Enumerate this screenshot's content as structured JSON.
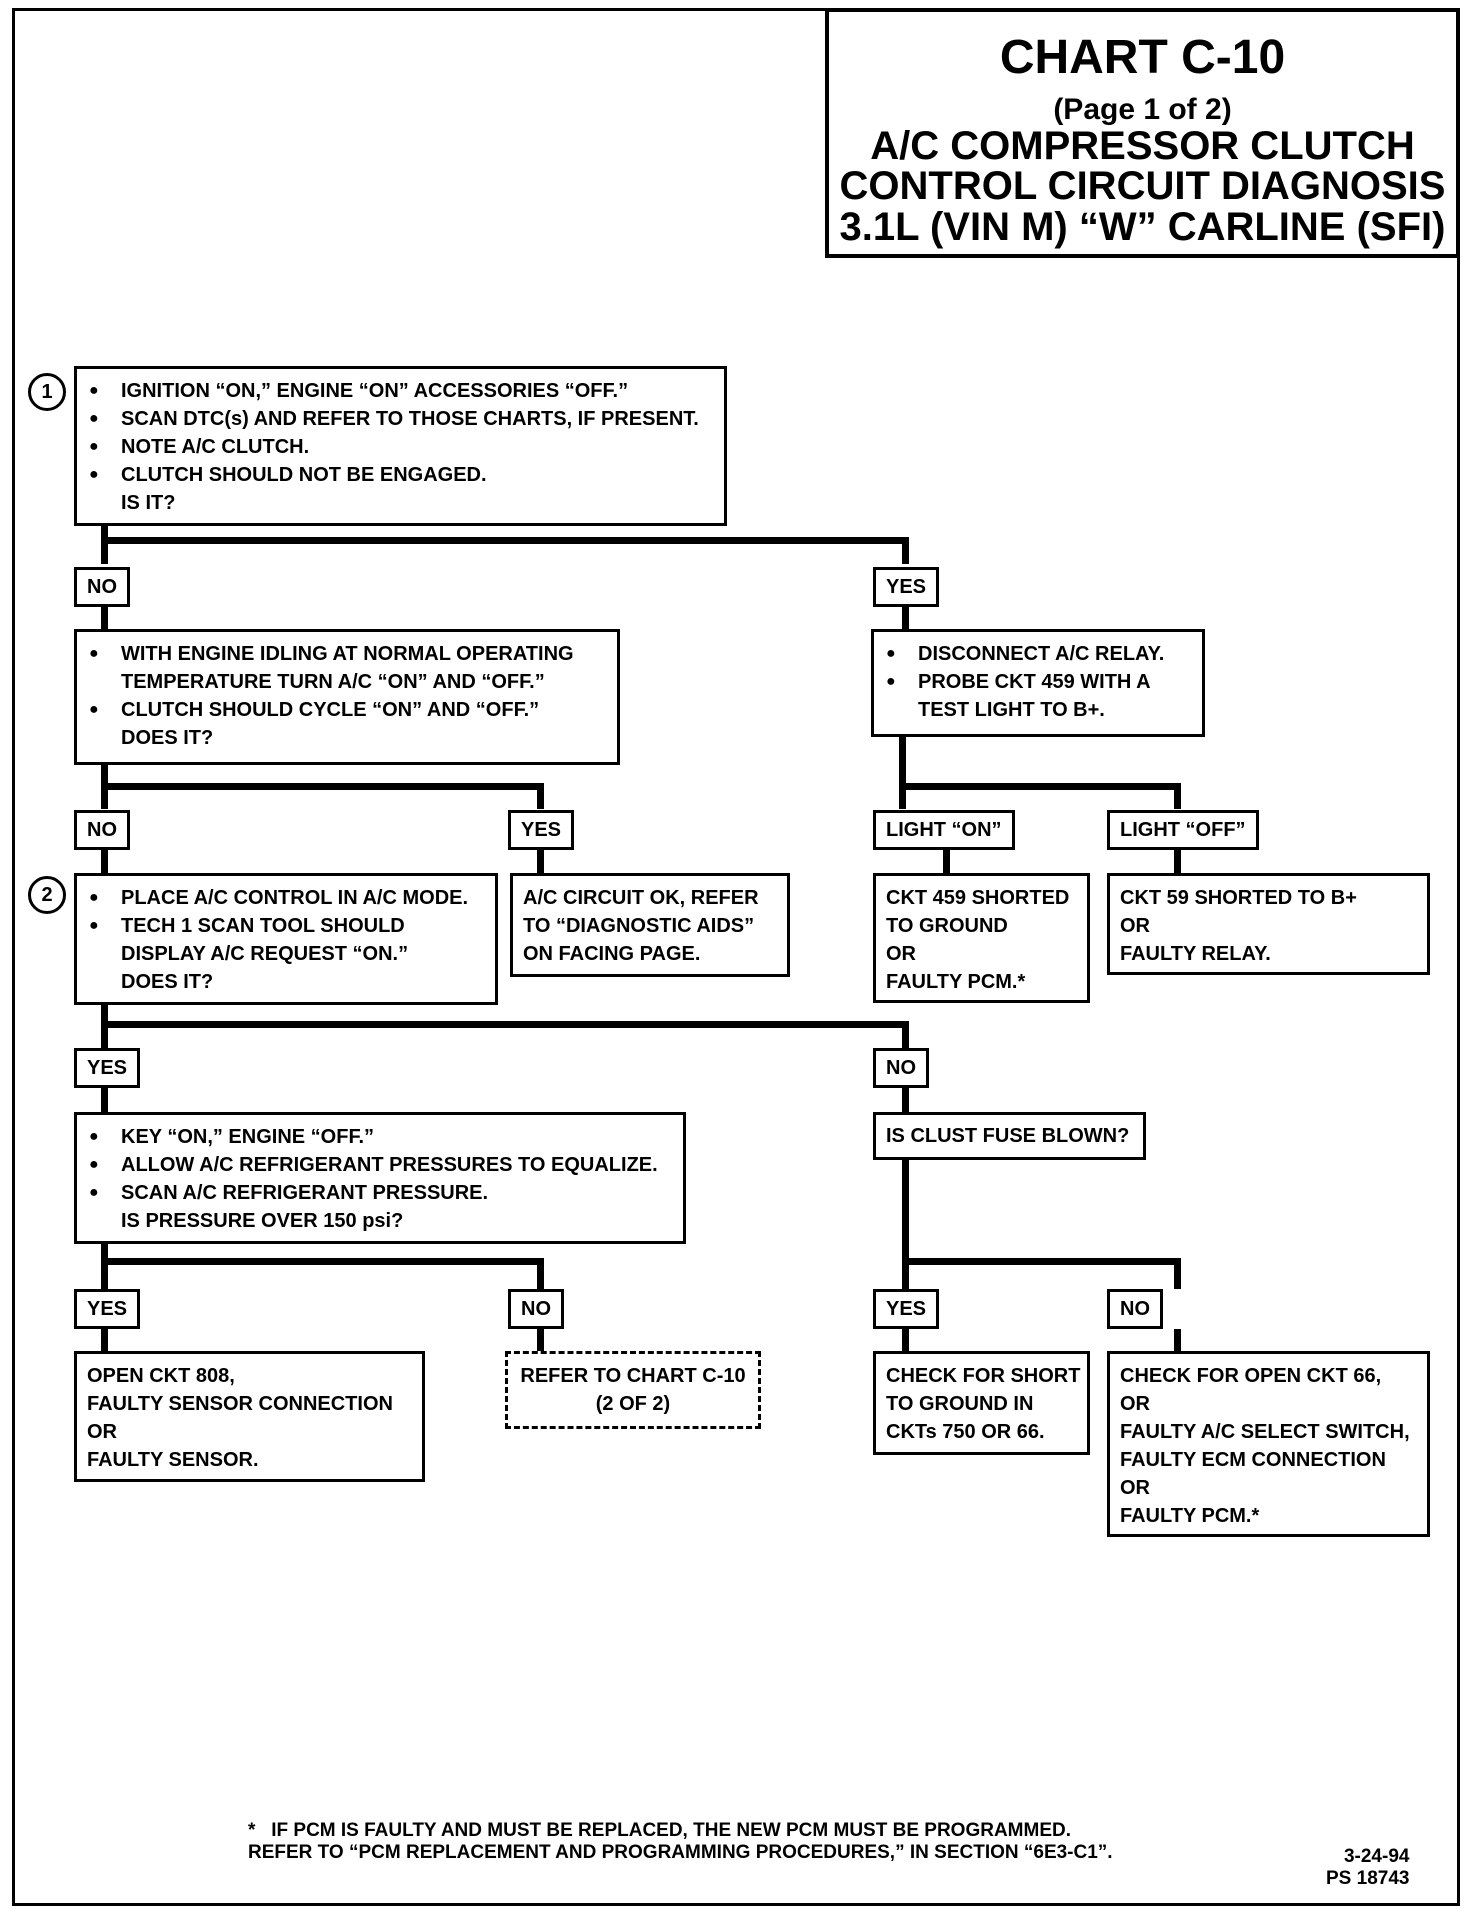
{
  "title": {
    "line1": "CHART C-10",
    "line2": "(Page 1 of 2)",
    "line3": "A/C COMPRESSOR CLUTCH",
    "line4": "CONTROL CIRCUIT DIAGNOSIS",
    "line5": "3.1L  (VIN M)  “W”  CARLINE  (SFI)"
  },
  "steps": {
    "s1": "1",
    "s2": "2"
  },
  "boxes": {
    "b1": {
      "items": [
        "IGNITION “ON,” ENGINE “ON” ACCESSORIES “OFF.”",
        "SCAN DTC(s) AND REFER TO THOSE CHARTS, IF PRESENT.",
        "NOTE A/C CLUTCH.",
        "CLUTCH SHOULD NOT BE ENGAGED."
      ],
      "question": "IS IT?"
    },
    "b2": {
      "items": [
        "WITH ENGINE IDLING AT NORMAL OPERATING\nTEMPERATURE TURN A/C “ON” AND “OFF.”",
        "CLUTCH SHOULD CYCLE “ON” AND “OFF.”"
      ],
      "question": "DOES IT?"
    },
    "b3": {
      "items": [
        "DISCONNECT A/C RELAY.",
        "PROBE CKT 459 WITH A\nTEST LIGHT TO B+."
      ]
    },
    "b4": {
      "items": [
        "PLACE A/C CONTROL IN A/C MODE.",
        "TECH 1 SCAN TOOL SHOULD\nDISPLAY A/C REQUEST “ON.”"
      ],
      "question": "DOES IT?"
    },
    "b5": {
      "text": "A/C CIRCUIT OK, REFER\nTO “DIAGNOSTIC AIDS”\nON FACING PAGE."
    },
    "b6": {
      "text": "CKT 459 SHORTED\nTO GROUND\nOR\nFAULTY PCM.*"
    },
    "b7": {
      "text": "CKT 59 SHORTED TO B+\nOR\nFAULTY RELAY."
    },
    "b8": {
      "items": [
        "KEY “ON,” ENGINE “OFF.”",
        "ALLOW A/C REFRIGERANT PRESSURES TO EQUALIZE.",
        "SCAN A/C REFRIGERANT PRESSURE."
      ],
      "question": "IS PRESSURE OVER 150 psi?"
    },
    "b9": {
      "text": "IS CLUST FUSE BLOWN?"
    },
    "b10": {
      "text": "OPEN CKT 808,\nFAULTY SENSOR CONNECTION\nOR\nFAULTY SENSOR."
    },
    "b11": {
      "text": "REFER TO CHART C-10\n(2 OF 2)"
    },
    "b12": {
      "text": "CHECK FOR SHORT\nTO GROUND IN\nCKTs 750 OR 66."
    },
    "b13": {
      "text": "CHECK FOR OPEN CKT 66,\nOR\nFAULTY A/C SELECT SWITCH,\nFAULTY ECM CONNECTION\nOR\nFAULTY PCM.*"
    }
  },
  "labels": {
    "l1": "NO",
    "l2": "YES",
    "l3": "NO",
    "l4": "YES",
    "l5": "LIGHT “ON”",
    "l6": "LIGHT “OFF”",
    "l7": "YES",
    "l8": "NO",
    "l9": "YES",
    "l10": "NO",
    "l11": "YES",
    "l12": "NO"
  },
  "footnote": "*   IF PCM IS FAULTY AND MUST BE REPLACED, THE NEW PCM MUST BE PROGRAMMED.\nREFER TO “PCM REPLACEMENT AND PROGRAMMING PROCEDURES,” IN SECTION “6E3-C1”.",
  "code": {
    "date": "3-24-94",
    "ps": "PS 18743"
  }
}
